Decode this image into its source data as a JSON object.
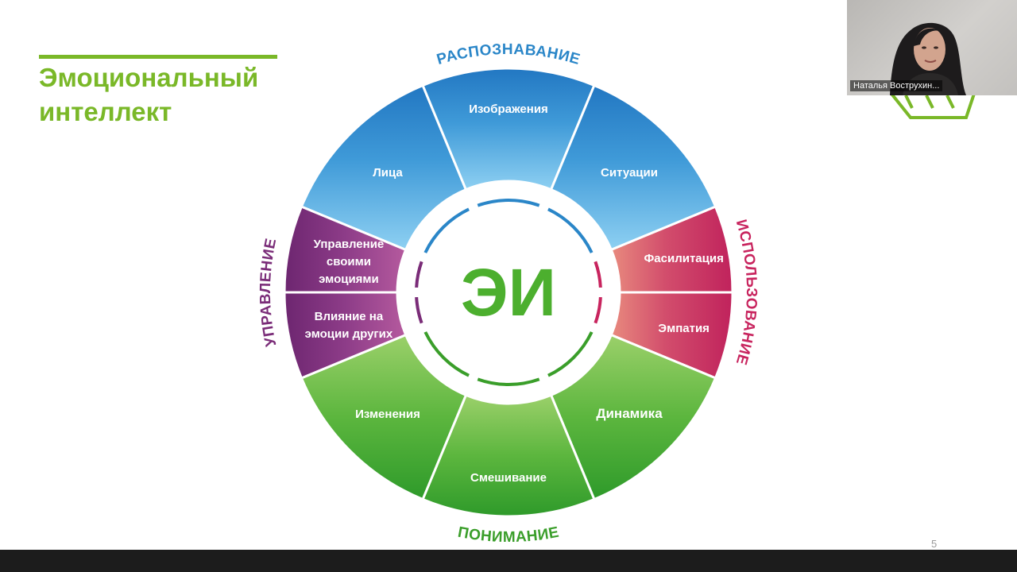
{
  "slide": {
    "title_line1": "Эмоциональный",
    "title_line2": "интеллект",
    "page_number": "5"
  },
  "wheel": {
    "center_label": "ЭИ",
    "colors": {
      "blue": "#2a86c8",
      "pink": "#c8245e",
      "green": "#3a9e2a",
      "purple": "#7a2c78",
      "title_green": "#7ab828"
    },
    "quadrants": [
      {
        "label": "РАСПОЗНАВАНИЕ",
        "segments": [
          "Лица",
          "Изображения",
          "Ситуации"
        ]
      },
      {
        "label": "ИСПОЛЬЗОВАНИЕ",
        "segments": [
          "Фасилитация",
          "Эмпатия"
        ]
      },
      {
        "label": "ПОНИМАНИЕ",
        "segments": [
          "Динамика",
          "Смешивание",
          "Изменения"
        ]
      },
      {
        "label": "УПРАВЛЕНИЕ",
        "segments": [
          "Влияние на эмоции других",
          "Управление своими эмоциями"
        ]
      }
    ]
  },
  "video": {
    "participant_name": "Наталья Вострухин..."
  }
}
